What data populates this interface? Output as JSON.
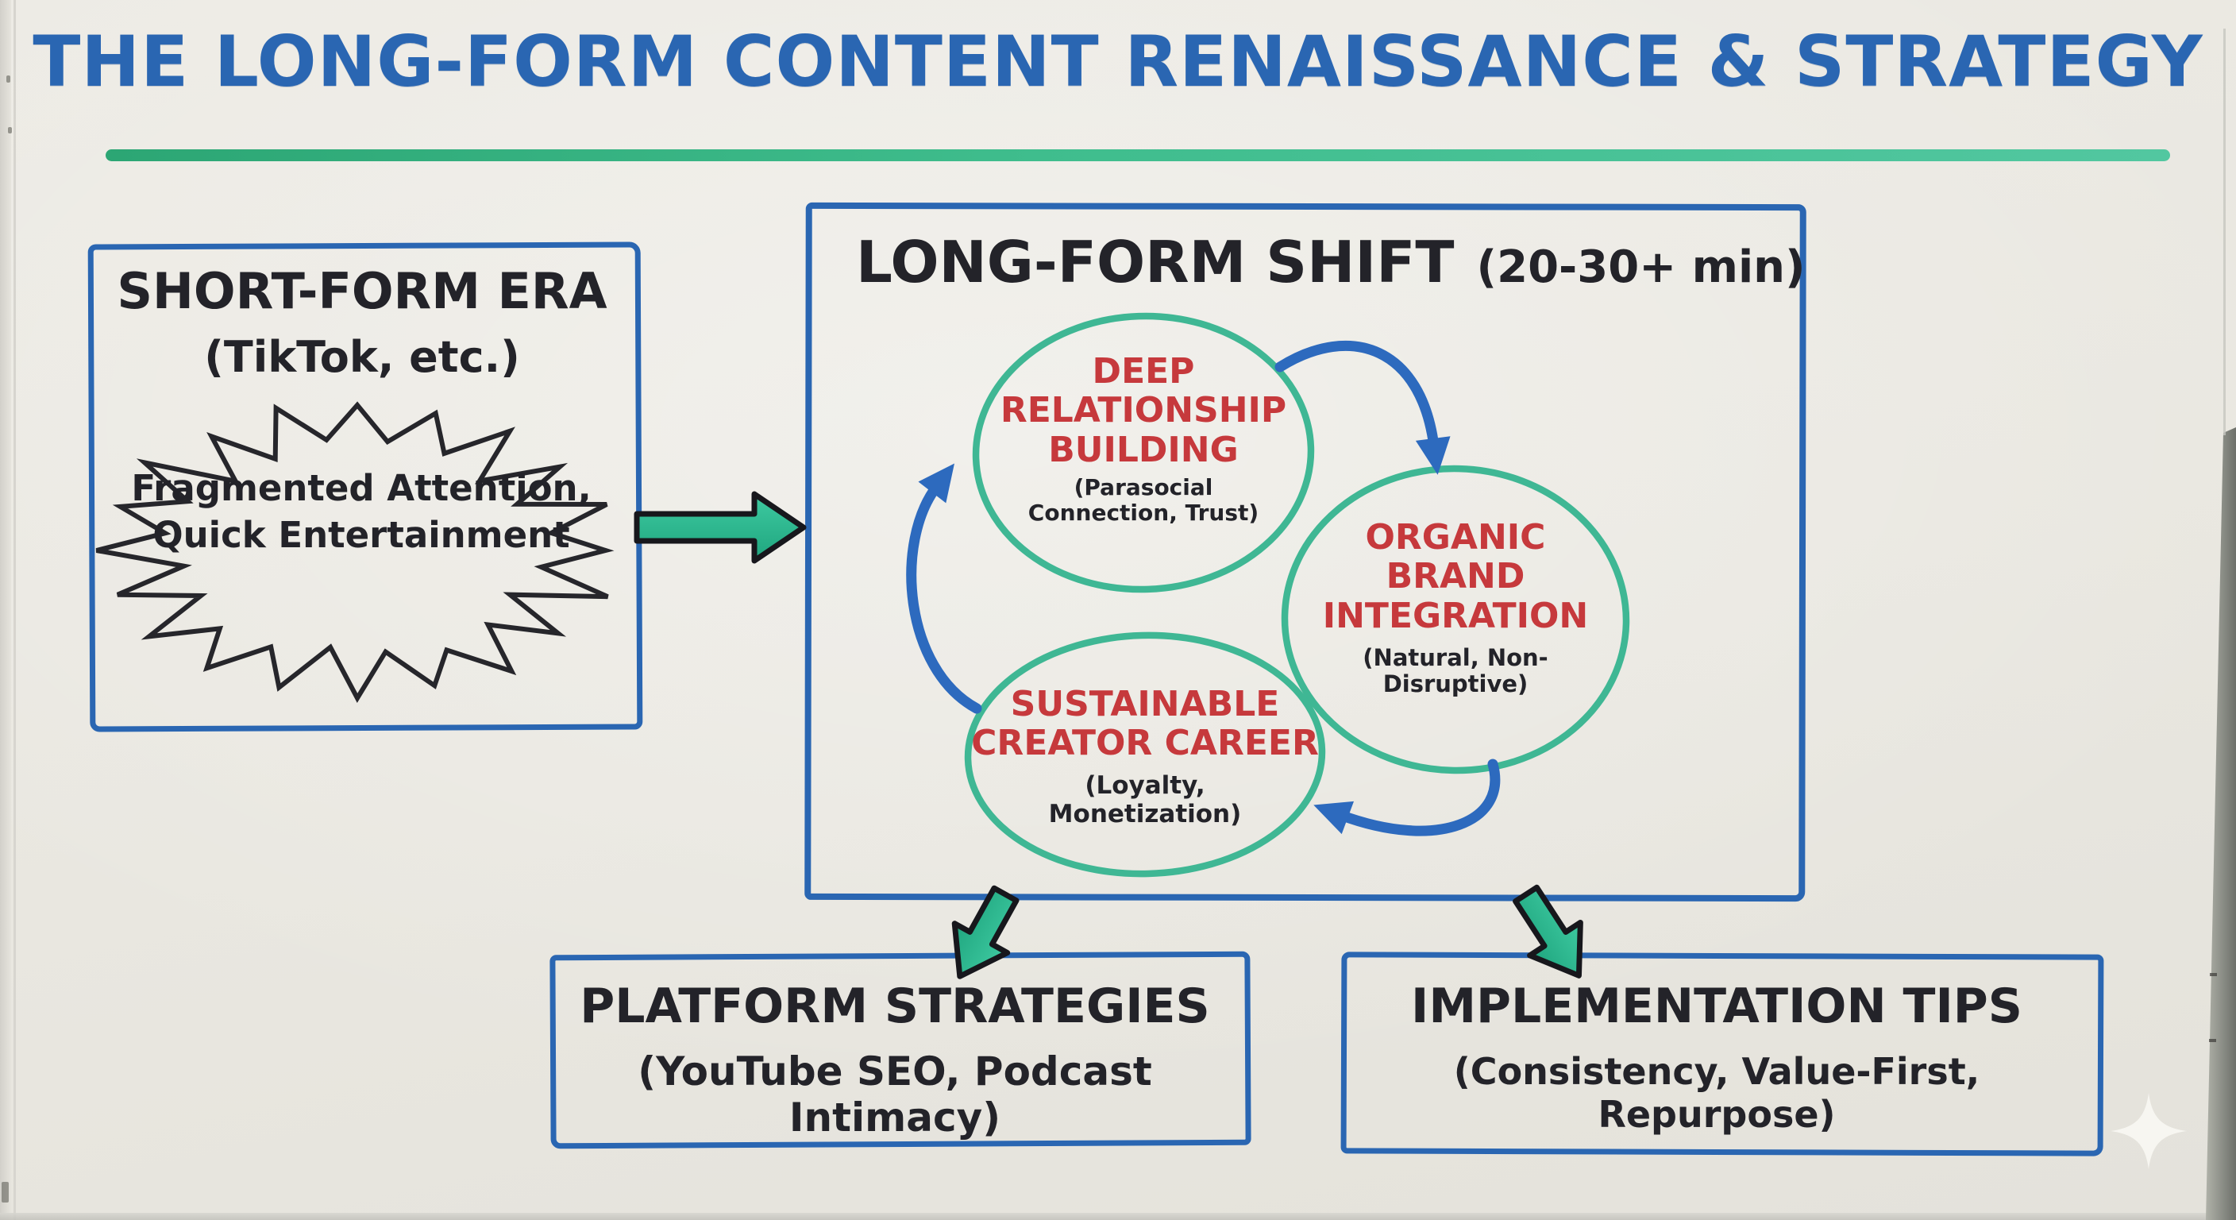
{
  "title": "THE LONG-FORM CONTENT RENAISSANCE & STRATEGY",
  "colors": {
    "board": "#e9e7e1",
    "marker_blue": "#2a66b2",
    "arrow_blue": "#2d6abe",
    "marker_teal": "#2ebd97",
    "ellipse_teal": "#3fb794",
    "marker_red": "#c6393c",
    "ink": "#232329",
    "underline_green": "#35b284"
  },
  "short_form_box": {
    "title": "SHORT-FORM ERA",
    "subtitle": "(TikTok, etc.)",
    "burst_line1": "Fragmented Attention,",
    "burst_line2": "Quick Entertainment"
  },
  "long_form_box": {
    "title": "LONG-FORM SHIFT",
    "duration": "(20-30+ min)",
    "nodes": [
      {
        "title": "DEEP RELATIONSHIP BUILDING",
        "subtitle": "(Parasocial Connection, Trust)"
      },
      {
        "title": "ORGANIC BRAND INTEGRATION",
        "subtitle": "(Natural, Non-Disruptive)"
      },
      {
        "title": "SUSTAINABLE CREATOR CAREER",
        "subtitle": "(Loyalty, Monetization)"
      }
    ]
  },
  "platform_box": {
    "title": "PLATFORM STRATEGIES",
    "subtitle": "(YouTube SEO, Podcast Intimacy)"
  },
  "implementation_box": {
    "title": "IMPLEMENTATION TIPS",
    "subtitle": "(Consistency, Value-First, Repurpose)"
  }
}
